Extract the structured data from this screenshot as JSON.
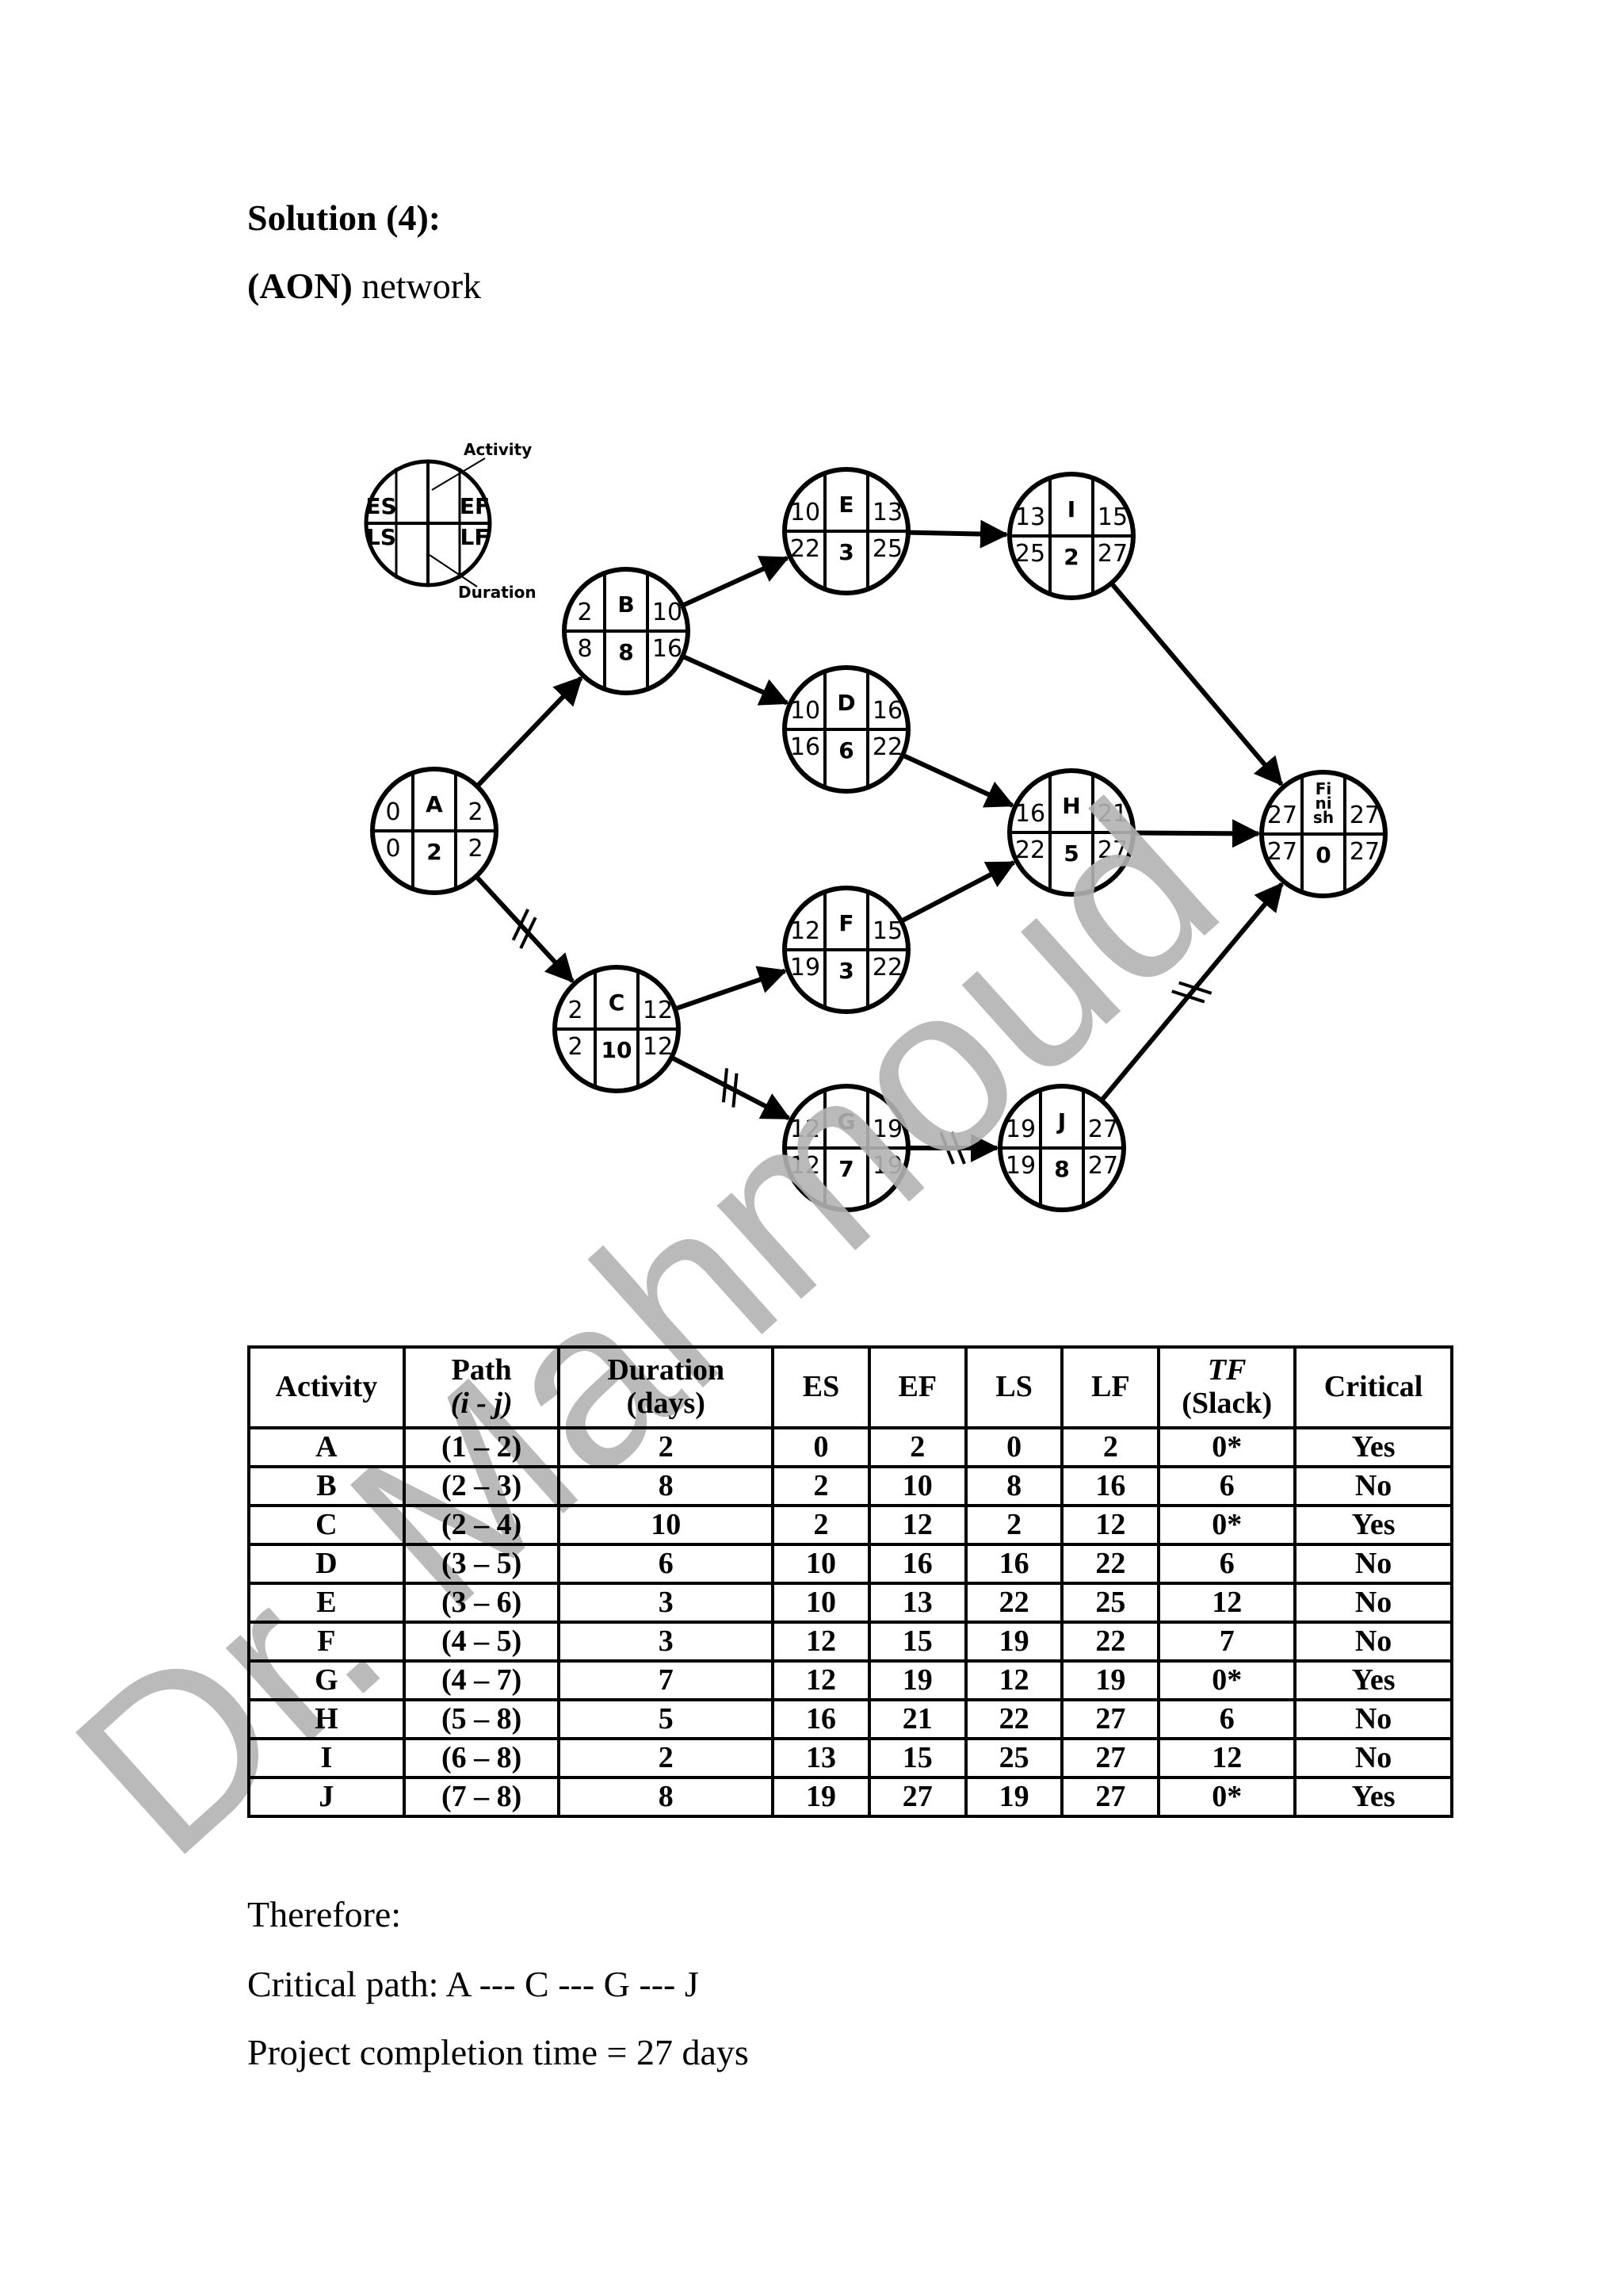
{
  "header": {
    "title": "Solution (4):",
    "subtitle_bold": "(AON)",
    "subtitle_rest": " network"
  },
  "legend": {
    "es": "ES",
    "ef": "EF",
    "ls": "LS",
    "lf": "LF",
    "activity_label": "Activity",
    "duration_label": "Duration"
  },
  "nodes": [
    {
      "id": "A",
      "name": "A",
      "es": "0",
      "ef": "2",
      "ls": "0",
      "lf": "2",
      "dur": "2"
    },
    {
      "id": "B",
      "name": "B",
      "es": "2",
      "ef": "10",
      "ls": "8",
      "lf": "16",
      "dur": "8"
    },
    {
      "id": "C",
      "name": "C",
      "es": "2",
      "ef": "12",
      "ls": "2",
      "lf": "12",
      "dur": "10"
    },
    {
      "id": "D",
      "name": "D",
      "es": "10",
      "ef": "16",
      "ls": "16",
      "lf": "22",
      "dur": "6"
    },
    {
      "id": "E",
      "name": "E",
      "es": "10",
      "ef": "13",
      "ls": "22",
      "lf": "25",
      "dur": "3"
    },
    {
      "id": "F",
      "name": "F",
      "es": "12",
      "ef": "15",
      "ls": "19",
      "lf": "22",
      "dur": "3"
    },
    {
      "id": "G",
      "name": "G",
      "es": "12",
      "ef": "19",
      "ls": "12",
      "lf": "19",
      "dur": "7"
    },
    {
      "id": "H",
      "name": "H",
      "es": "16",
      "ef": "21",
      "ls": "22",
      "lf": "27",
      "dur": "5"
    },
    {
      "id": "I",
      "name": "I",
      "es": "13",
      "ef": "15",
      "ls": "25",
      "lf": "27",
      "dur": "2"
    },
    {
      "id": "J",
      "name": "J",
      "es": "19",
      "ef": "27",
      "ls": "19",
      "lf": "27",
      "dur": "8"
    },
    {
      "id": "FIN",
      "name": "Finish",
      "name_lines": [
        "Fi",
        "ni",
        "sh"
      ],
      "es": "27",
      "ef": "27",
      "ls": "27",
      "lf": "27",
      "dur": "0"
    }
  ],
  "edges": [
    {
      "from": "A",
      "to": "B",
      "critical": false
    },
    {
      "from": "A",
      "to": "C",
      "critical": true
    },
    {
      "from": "B",
      "to": "E",
      "critical": false
    },
    {
      "from": "B",
      "to": "D",
      "critical": false
    },
    {
      "from": "C",
      "to": "F",
      "critical": false
    },
    {
      "from": "C",
      "to": "G",
      "critical": true
    },
    {
      "from": "E",
      "to": "I",
      "critical": false
    },
    {
      "from": "D",
      "to": "H",
      "critical": false
    },
    {
      "from": "F",
      "to": "H",
      "critical": false
    },
    {
      "from": "G",
      "to": "J",
      "critical": true
    },
    {
      "from": "I",
      "to": "FIN",
      "critical": false
    },
    {
      "from": "H",
      "to": "FIN",
      "critical": false
    },
    {
      "from": "J",
      "to": "FIN",
      "critical": true
    }
  ],
  "table": {
    "headers": {
      "activity": "Activity",
      "path_line1": "Path",
      "path_line2": "(i -  j)",
      "duration_line1": "Duration",
      "duration_line2": "(days)",
      "es": "ES",
      "ef": "EF",
      "ls": "LS",
      "lf": "LF",
      "tf_line1": "TF",
      "tf_line2": "(Slack)",
      "critical": "Critical"
    },
    "rows": [
      [
        "A",
        "(1 – 2)",
        "2",
        "0",
        "2",
        "0",
        "2",
        "0*",
        "Yes"
      ],
      [
        "B",
        "(2 – 3)",
        "8",
        "2",
        "10",
        "8",
        "16",
        "6",
        "No"
      ],
      [
        "C",
        "(2 – 4)",
        "10",
        "2",
        "12",
        "2",
        "12",
        "0*",
        "Yes"
      ],
      [
        "D",
        "(3 – 5)",
        "6",
        "10",
        "16",
        "16",
        "22",
        "6",
        "No"
      ],
      [
        "E",
        "(3 – 6)",
        "3",
        "10",
        "13",
        "22",
        "25",
        "12",
        "No"
      ],
      [
        "F",
        "(4 – 5)",
        "3",
        "12",
        "15",
        "19",
        "22",
        "7",
        "No"
      ],
      [
        "G",
        "(4 – 7)",
        "7",
        "12",
        "19",
        "12",
        "19",
        "0*",
        "Yes"
      ],
      [
        "H",
        "(5 – 8)",
        "5",
        "16",
        "21",
        "22",
        "27",
        "6",
        "No"
      ],
      [
        "I",
        "(6 – 8)",
        "2",
        "13",
        "15",
        "25",
        "27",
        "12",
        "No"
      ],
      [
        "J",
        "(7 – 8)",
        "8",
        "19",
        "27",
        "19",
        "27",
        "0*",
        "Yes"
      ]
    ]
  },
  "conclusion": {
    "line1": "Therefore:",
    "line2": "Critical path: A --- C --- G --- J",
    "line3": "Project completion time = 27 days"
  },
  "watermark": {
    "text": "Dr. Mahmoud",
    "color": "#b3b3b3"
  }
}
